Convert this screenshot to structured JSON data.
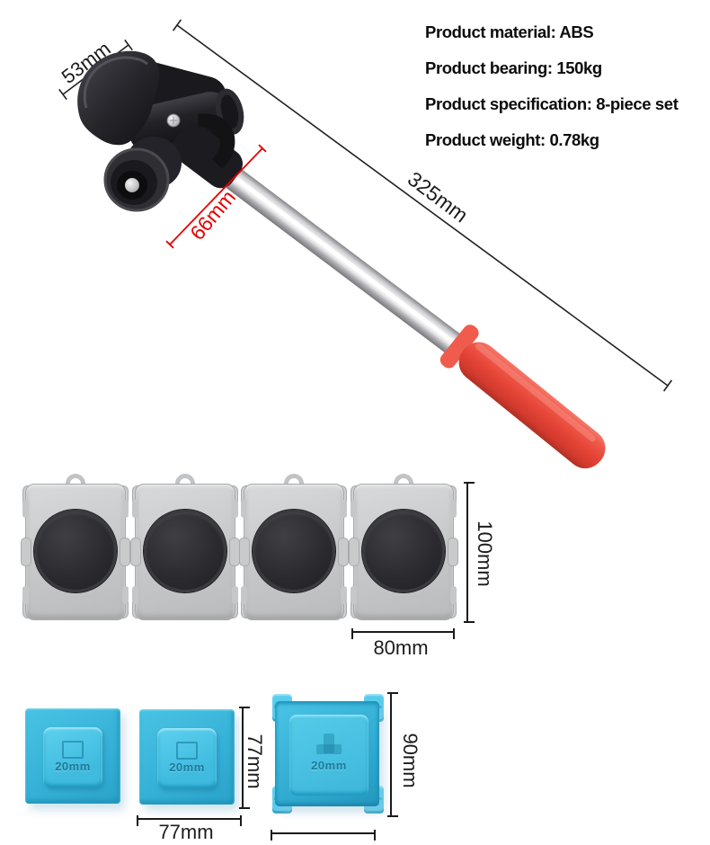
{
  "specs": {
    "material": "Product material: ABS",
    "bearing": "Product bearing: 150kg",
    "specification": "Product specification: 8-piece set",
    "weight": "Product weight: 0.78kg"
  },
  "dimensions": {
    "blade_width": "53mm",
    "head_length": "66mm",
    "bar_total_length": "325mm",
    "roller_pad_height": "100mm",
    "roller_pad_width": "80mm",
    "corner_pad_height": "77mm",
    "corner_pad_width": "77mm",
    "base_block_height": "90mm"
  },
  "embossed": {
    "corner_pad_label": "20mm",
    "base_block_label": "20mm"
  },
  "colors": {
    "annotation_black": "#1c1c1c",
    "annotation_red": "#e60000",
    "handle_red": "#e54537",
    "shaft_silver": "#d9d9db",
    "tool_head_black": "#1b1b1f",
    "pad_gray": "#c9cacc",
    "pad_disc_black": "#2a2a2d",
    "pad_blue": "#3ab5da"
  }
}
